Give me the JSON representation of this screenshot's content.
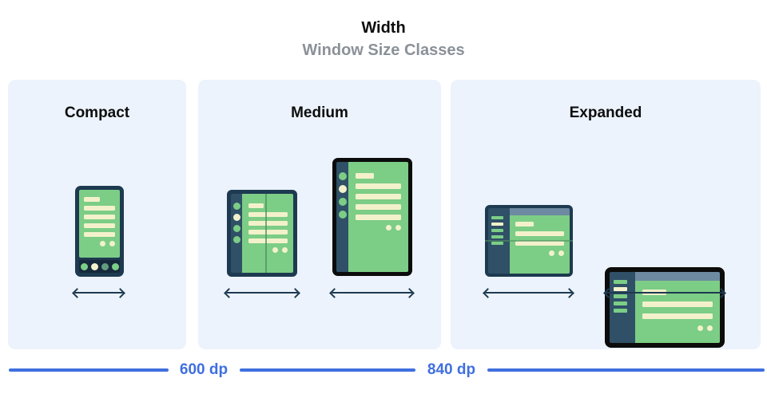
{
  "header": {
    "title": "Width",
    "subtitle": "Window Size Classes"
  },
  "panels": [
    {
      "id": "compact",
      "label": "Compact",
      "devices": [
        "phone-portrait"
      ]
    },
    {
      "id": "medium",
      "label": "Medium",
      "devices": [
        "foldable-portrait",
        "tablet-portrait"
      ]
    },
    {
      "id": "expanded",
      "label": "Expanded",
      "devices": [
        "foldable-landscape",
        "tablet-landscape"
      ]
    }
  ],
  "ruler": {
    "breakpoints": [
      {
        "label": "600 dp"
      },
      {
        "label": "840 dp"
      }
    ]
  },
  "icons": {
    "width_arrow": "double-headed-horizontal-arrow"
  },
  "colors": {
    "panel-bg": "#ecf3fc",
    "title-black": "#0d0d0d",
    "subtitle-gray": "#8b9198",
    "frame-navy": "#1d3a50",
    "frame-black": "#0c0c0c",
    "navbar-navy": "#16293c",
    "sidebar-navy": "#2f5066",
    "screen-green": "#7ccd86",
    "muted-green": "#619c7e",
    "accent-cream": "#f3f1cb",
    "slate-topbar": "#6e8aa2",
    "fold-line": "#4d8f60",
    "arrow-navy": "#1d3a50",
    "ruler-blue": "#3f6fe0"
  }
}
